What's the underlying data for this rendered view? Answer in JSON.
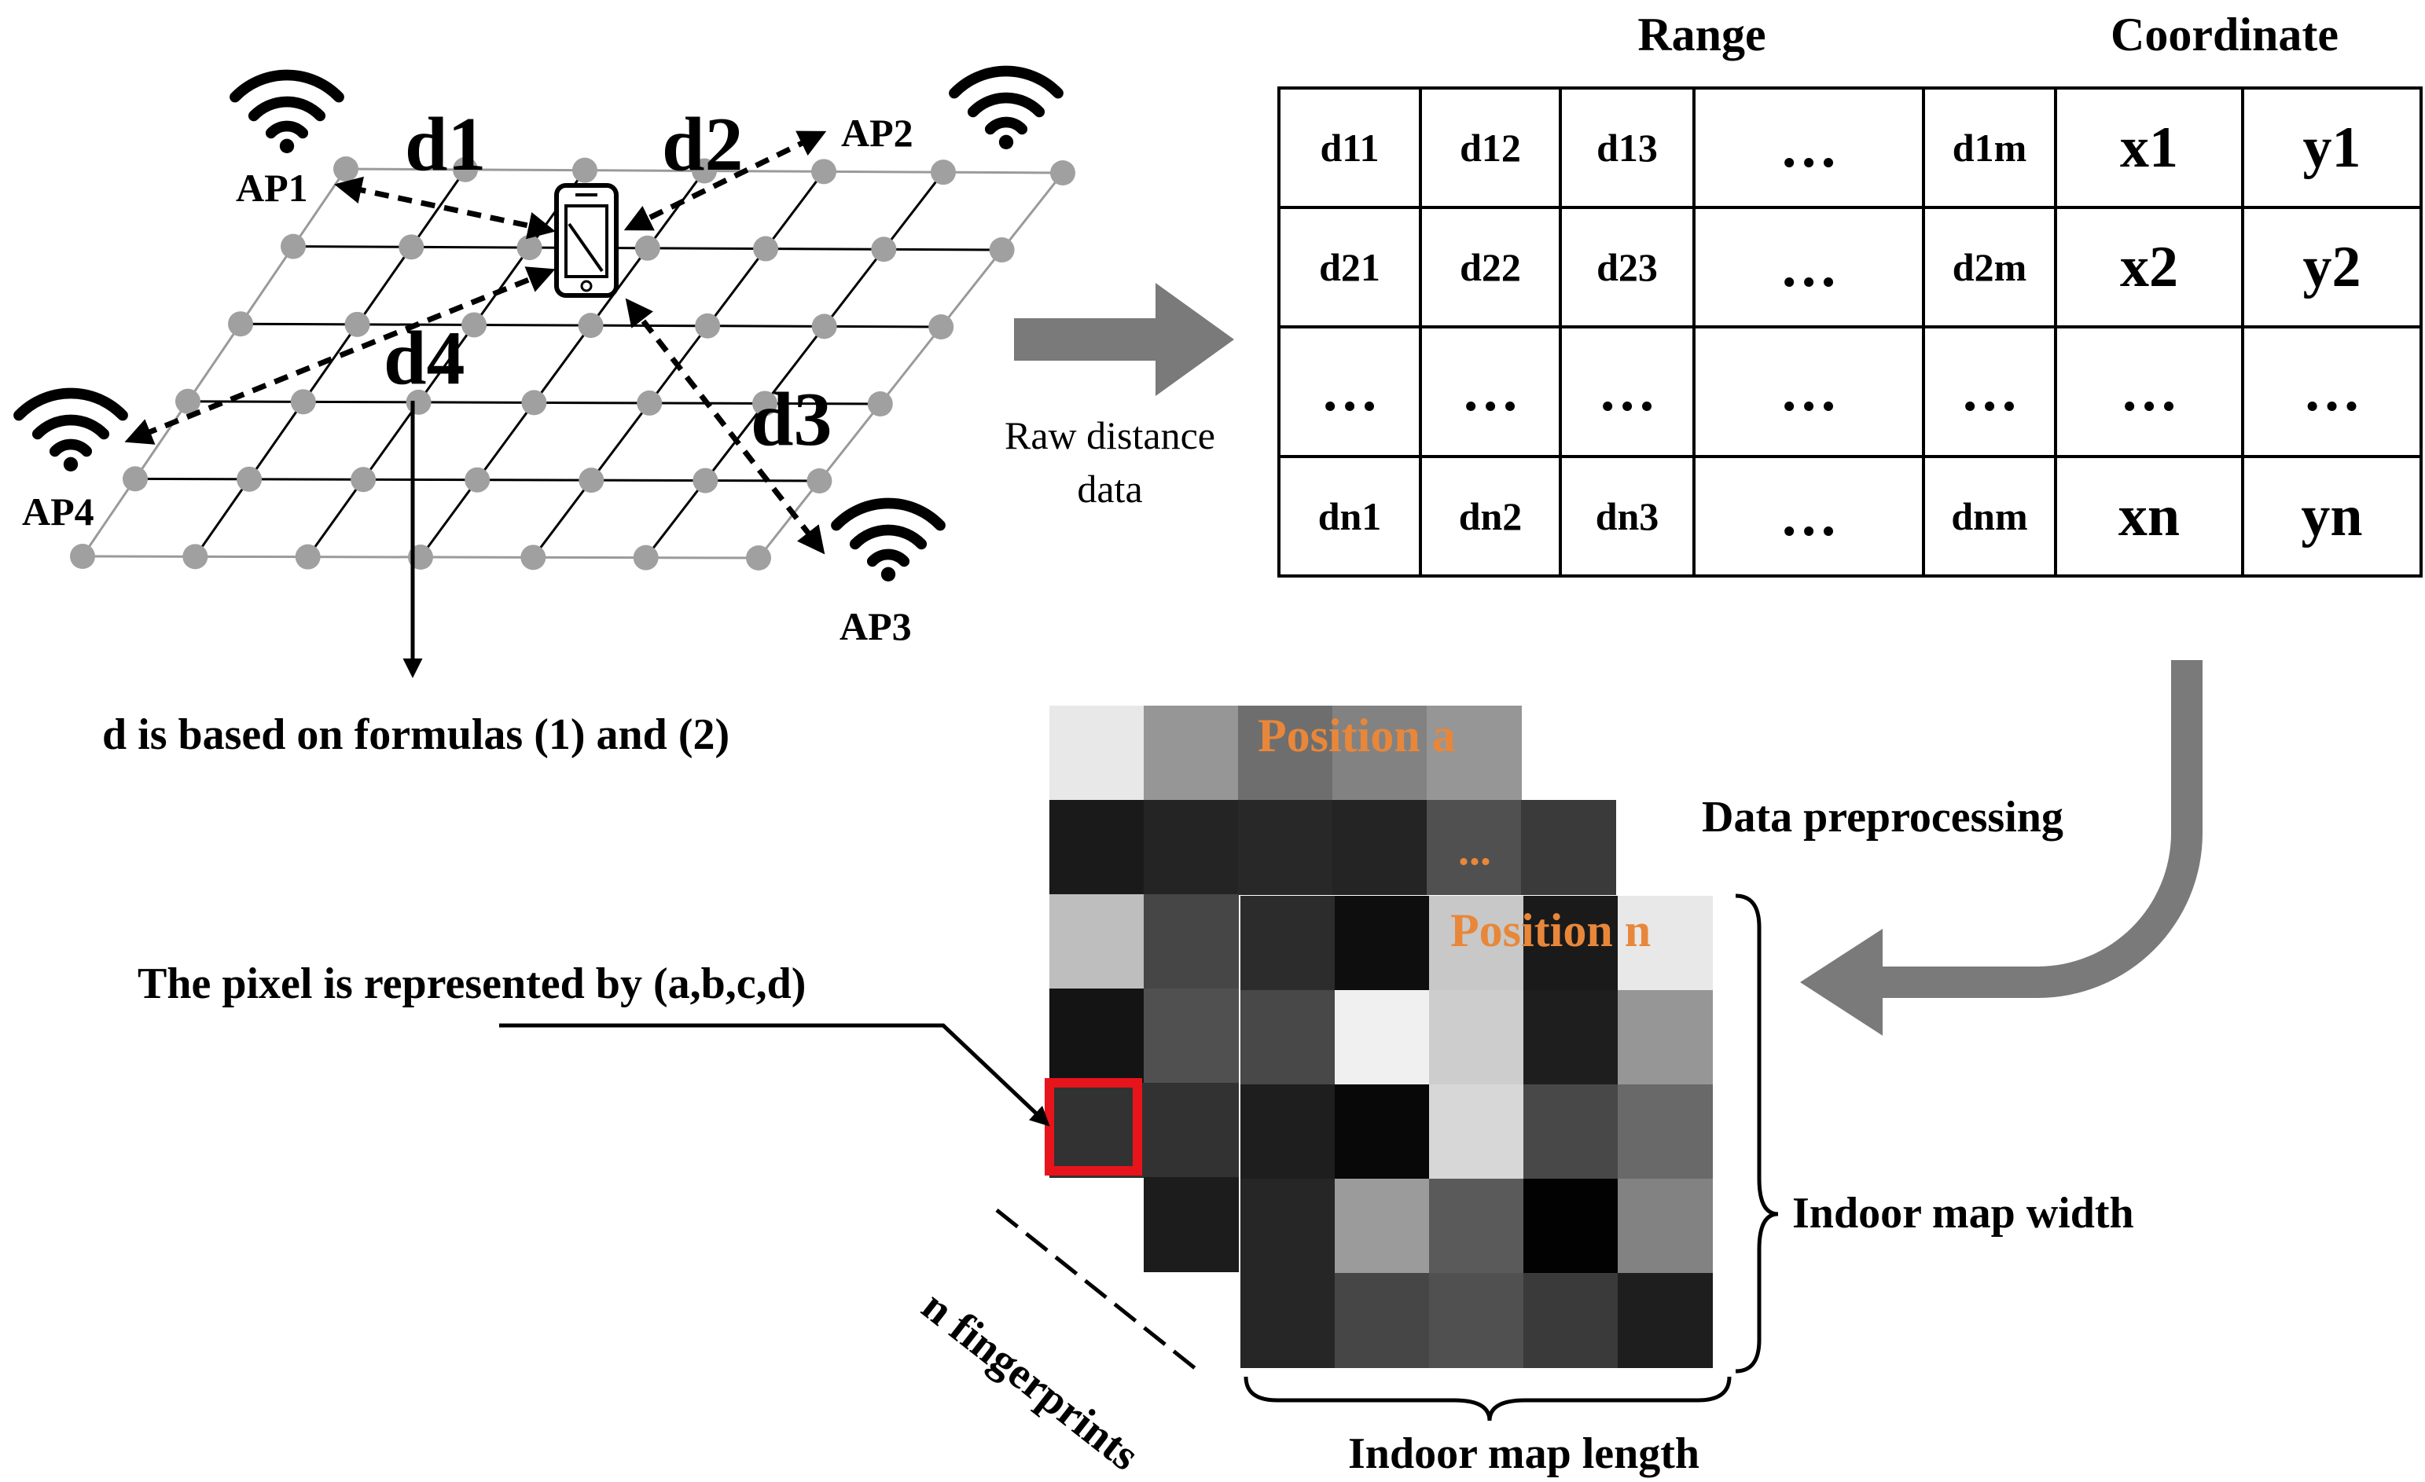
{
  "access_points": [
    {
      "label": "AP1"
    },
    {
      "label": "AP2"
    },
    {
      "label": "AP3"
    },
    {
      "label": "AP4"
    }
  ],
  "distances": {
    "d1": "d1",
    "d2": "d2",
    "d3": "d3",
    "d4": "d4"
  },
  "formula_note": "d is based on formulas (1) and (2)",
  "arrow_label_raw": [
    "Raw distance",
    "data"
  ],
  "table": {
    "header_range": "Range",
    "header_coordinate": "Coordinate",
    "rows": [
      [
        "d11",
        "d12",
        "d13",
        "…",
        "d1m",
        "x1",
        "y1"
      ],
      [
        "d21",
        "d22",
        "d23",
        "…",
        "d2m",
        "x2",
        "y2"
      ],
      [
        "…",
        "…",
        "…",
        "…",
        "…",
        "…",
        "…"
      ],
      [
        "dn1",
        "dn2",
        "dn3",
        "…",
        "dnm",
        "xn",
        "yn"
      ]
    ]
  },
  "preprocessing_label": "Data preprocessing",
  "fingerprint_images": {
    "position_a": "Position a",
    "middle_ellipsis": "...",
    "position_n": "Position n",
    "pixel_note": "The pixel is represented by (a,b,c,d)",
    "n_fingerprints": "n fingerprints",
    "width_label": "Indoor map width",
    "length_label": "Indoor map length"
  },
  "colors": {
    "node_gray": "#a0a0a0",
    "flow_arrow_gray": "#7a7a7a",
    "highlight_red": "#e8141c",
    "position_orange": "#e8873a"
  },
  "icons": [
    "wifi-icon",
    "smartphone-icon"
  ]
}
